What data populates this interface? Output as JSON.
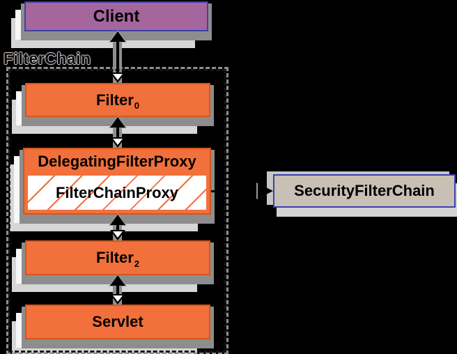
{
  "container": {
    "label": "FilterChain"
  },
  "nodes": {
    "client": {
      "label": "Client"
    },
    "filter0": {
      "label": "Filter",
      "subscript": "0"
    },
    "delegating_filter_proxy": {
      "label": "DelegatingFilterProxy"
    },
    "filter_chain_proxy": {
      "label": "FilterChainProxy"
    },
    "filter2": {
      "label": "Filter",
      "subscript": "2"
    },
    "servlet": {
      "label": "Servlet"
    },
    "security_filter_chain": {
      "label": "SecurityFilterChain"
    }
  },
  "colors": {
    "bg": "#000000",
    "orange": "#F2703B",
    "orange_border": "#D2571E",
    "purple": "#A5669E",
    "purple_border": "#3C41A6",
    "sfc_fill": "#C8C0B4",
    "sfc_border": "#3742AD",
    "hatch_line": "#F07038",
    "arrow_band": "#8F8F8F",
    "shadow_gray": "#8D8D8D",
    "shadow_white": "#F7F7F7",
    "shadow_light": "#D6D6D6",
    "frame_dash": "#151515",
    "frame_dash_halo": "#8F8F8F",
    "text": "#000000"
  }
}
